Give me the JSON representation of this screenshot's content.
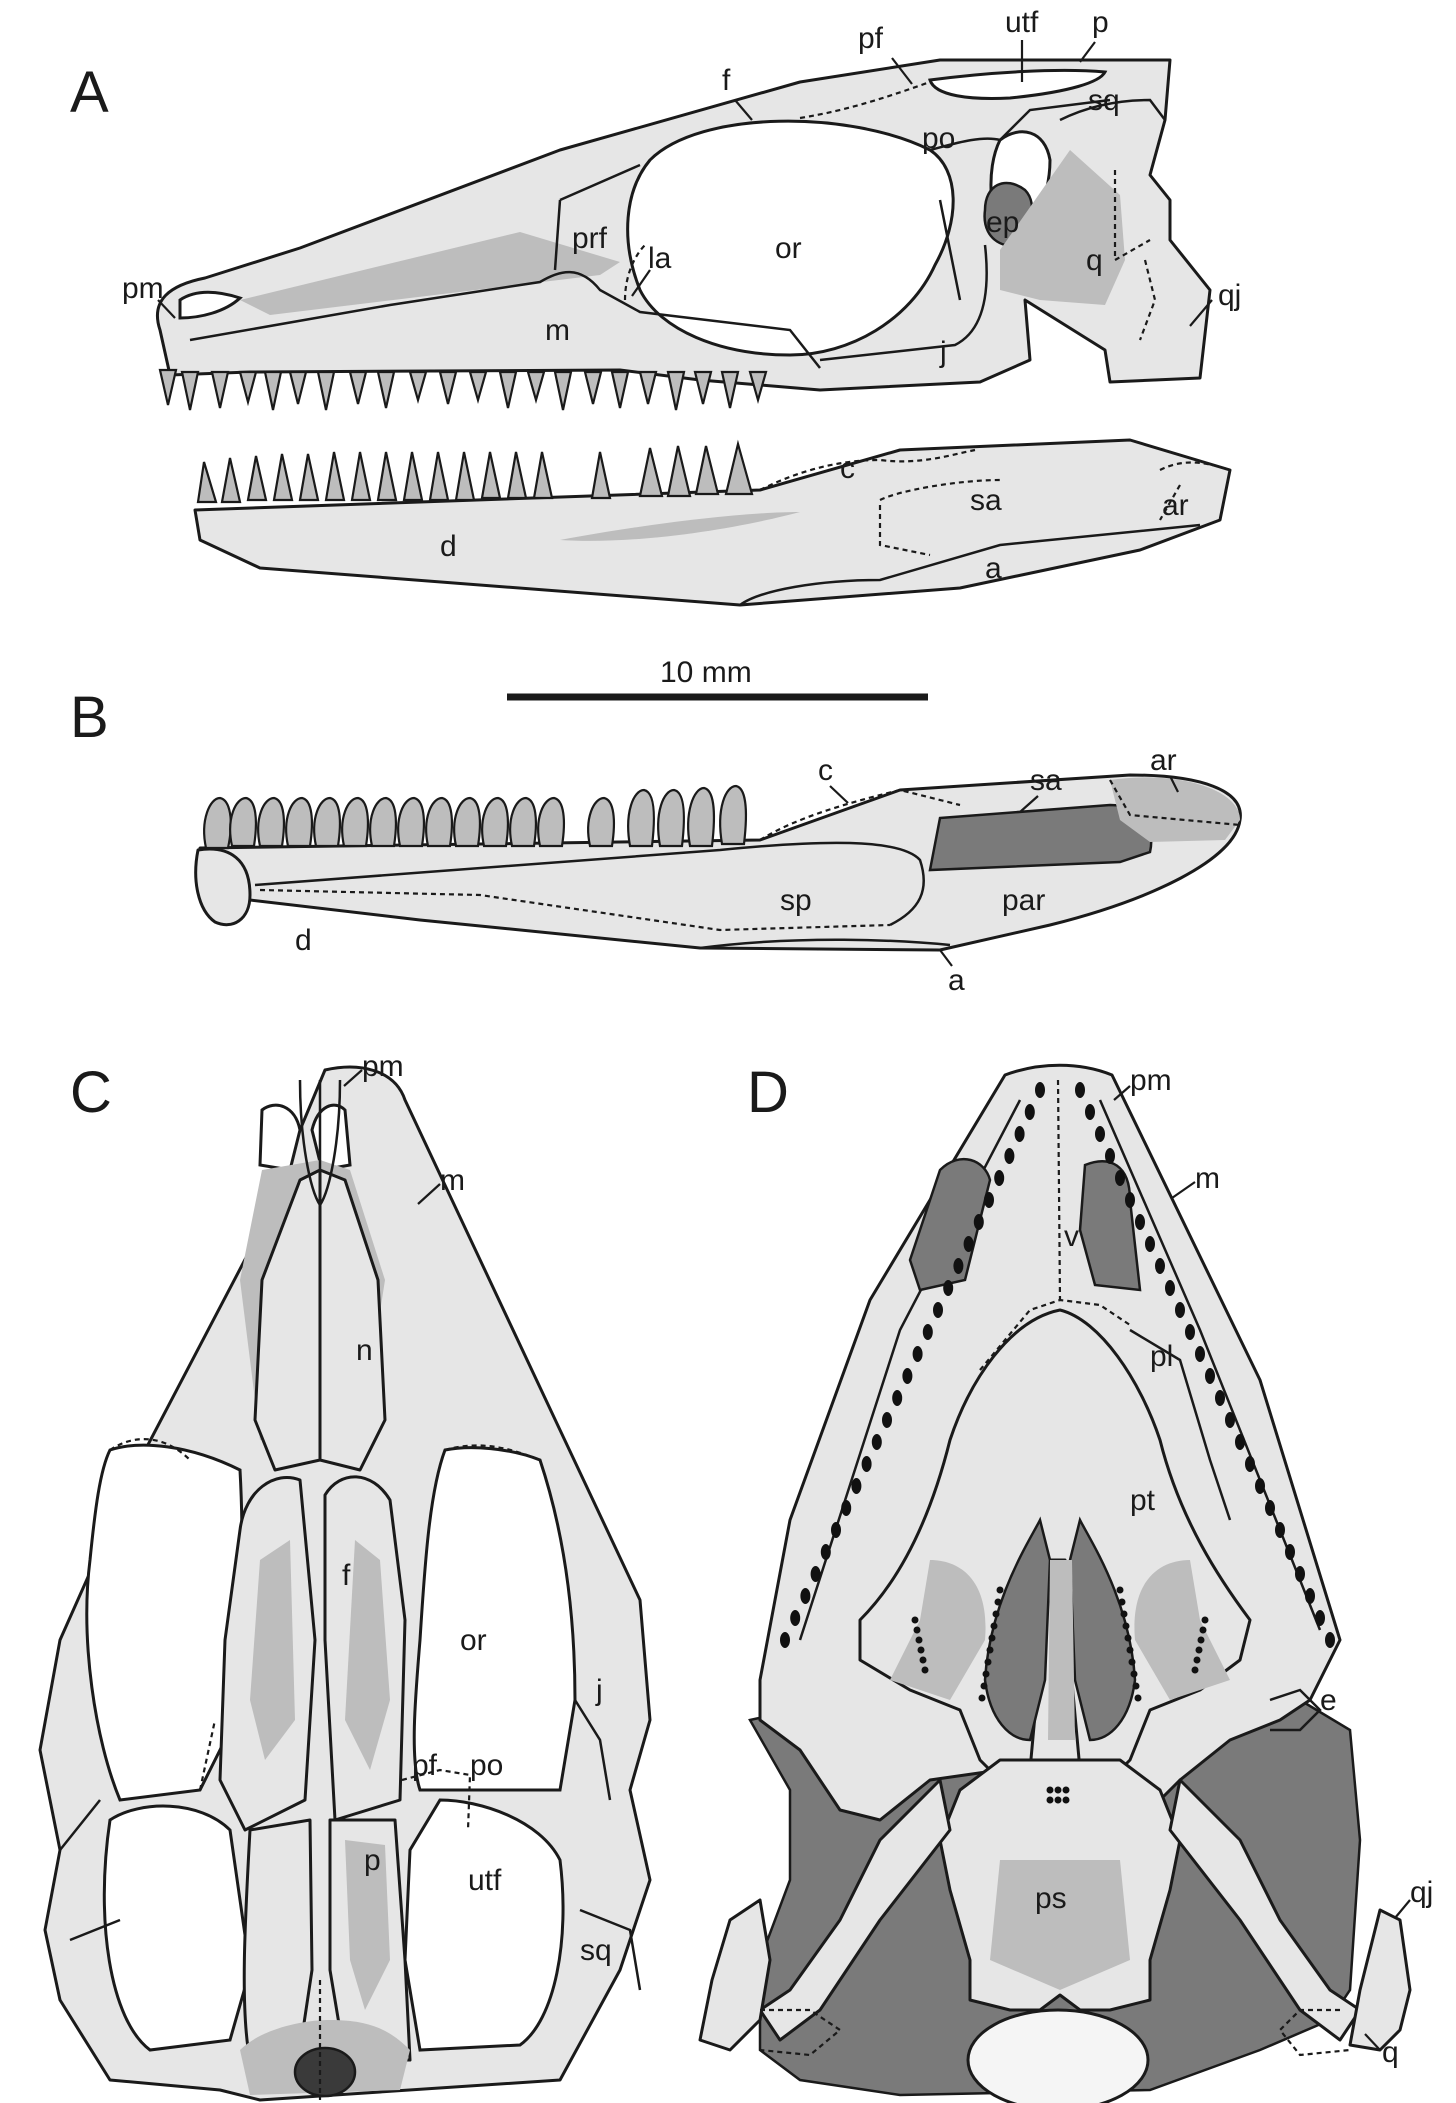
{
  "panels": {
    "A": {
      "letter": "A",
      "labels": {
        "utf": "utf",
        "p": "p",
        "pf": "pf",
        "f": "f",
        "sq": "sq",
        "po": "po",
        "ep": "ep",
        "prf": "prf",
        "la": "la",
        "or": "or",
        "q": "q",
        "qj": "qj",
        "pm": "pm",
        "m": "m",
        "j": "j",
        "c": "c",
        "sa": "sa",
        "ar": "ar",
        "d": "d",
        "a": "a"
      }
    },
    "B": {
      "letter": "B",
      "labels": {
        "c": "c",
        "sa": "sa",
        "ar": "ar",
        "sp": "sp",
        "par": "par",
        "d": "d",
        "a": "a"
      }
    },
    "C": {
      "letter": "C",
      "labels": {
        "pm": "pm",
        "m": "m",
        "n": "n",
        "f": "f",
        "or": "or",
        "j": "j",
        "pf": "pf",
        "po": "po",
        "p": "p",
        "utf": "utf",
        "sq": "sq"
      }
    },
    "D": {
      "letter": "D",
      "labels": {
        "pm": "pm",
        "m": "m",
        "v": "v",
        "pl": "pl",
        "pt": "pt",
        "e": "e",
        "qj": "qj",
        "ps": "ps",
        "q": "q"
      }
    }
  },
  "scale_bar": {
    "label": "10 mm"
  },
  "colors": {
    "bone": "#e6e6e6",
    "shade": "#bdbdbd",
    "dark": "#7a7a7a",
    "outline": "#1a1a1a",
    "background": "#ffffff"
  }
}
